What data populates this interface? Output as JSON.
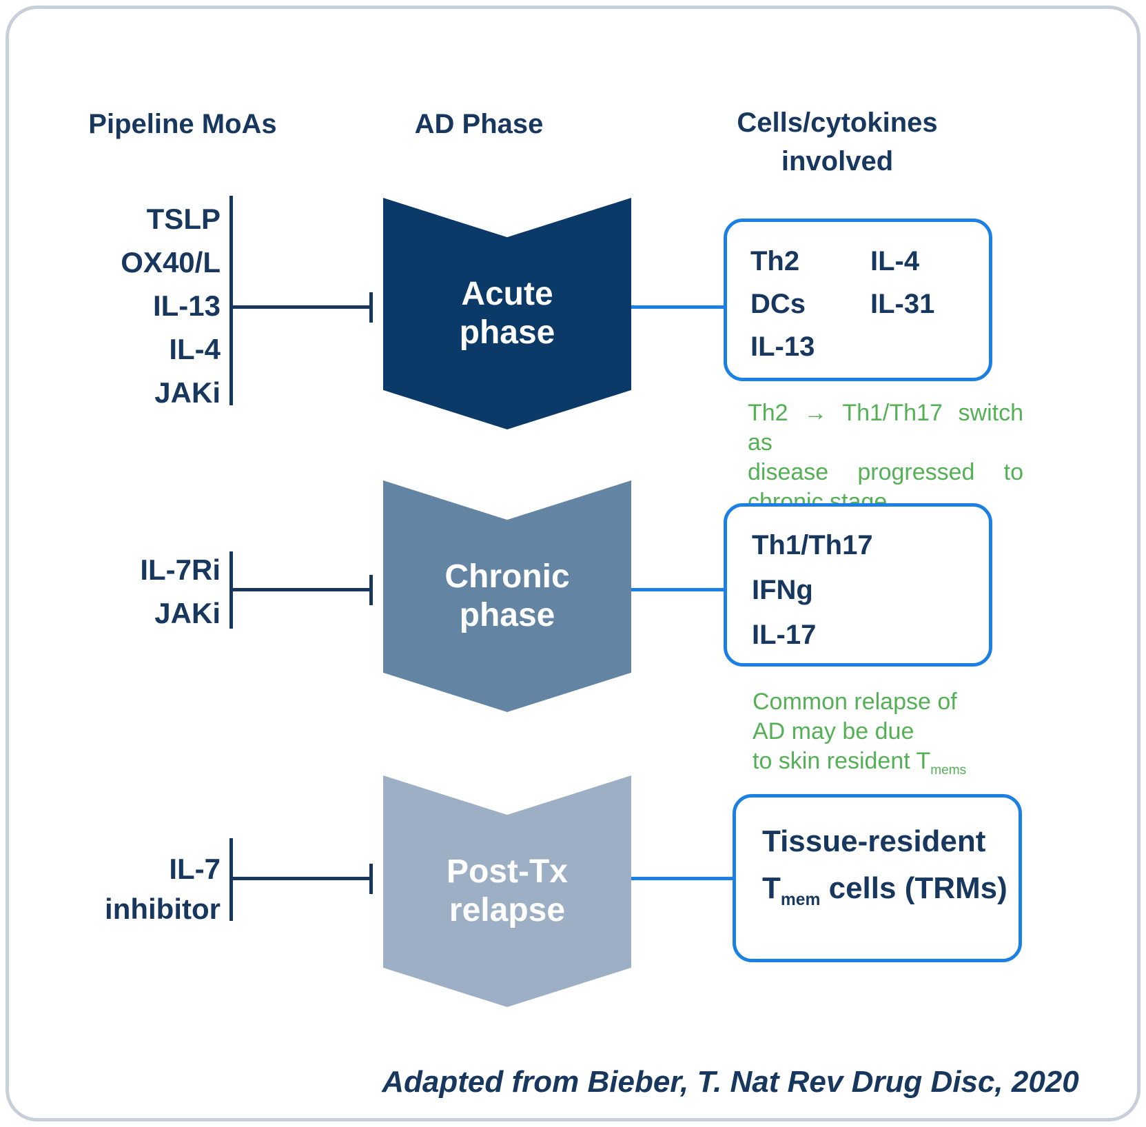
{
  "headers": {
    "pipeline": "Pipeline MoAs",
    "ad_phase": "AD Phase",
    "cells_line1": "Cells/cytokines",
    "cells_line2": "involved"
  },
  "rows": [
    {
      "phase": [
        "Acute",
        "phase"
      ],
      "moas": [
        "TSLP",
        "OX40/L",
        "IL-13",
        "IL-4",
        "JAKi"
      ],
      "box_col1": [
        "Th2",
        "DCs",
        "IL-13"
      ],
      "box_col2": [
        "IL-4",
        "IL-31"
      ],
      "note": [
        "Th2 → Th1/Th17 switch as",
        "disease progressed to",
        "chronic stage"
      ]
    },
    {
      "phase": [
        "Chronic",
        "phase"
      ],
      "moas": [
        "IL-7Ri",
        "JAKi"
      ],
      "box_col1": [
        "Th1/Th17",
        "IFNg",
        "IL-17"
      ],
      "note": [
        "Common relapse of",
        "AD may be due"
      ],
      "note_line3": {
        "text": "to skin resident T",
        "sub": "mems"
      }
    },
    {
      "phase": [
        "Post-Tx",
        "relapse"
      ],
      "moas": [
        "IL-7",
        "inhibitor"
      ],
      "box_line1": "Tissue-resident",
      "box_line2_pre": "T",
      "box_line2_sub": "mem",
      "box_line2_post": " cells (TRMs)"
    }
  ],
  "citation": "Adapted from Bieber, T. Nat Rev Drug Disc, 2020",
  "colors": {
    "navy_text": "#17375e",
    "acute_chevron": "#0b3a68",
    "chronic_chevron": "#6384a3",
    "post_chevron": "#9cafc4",
    "connector_blue": "#1b7fe3",
    "note_green": "#54b055",
    "frame_border": "#c8cfda"
  }
}
